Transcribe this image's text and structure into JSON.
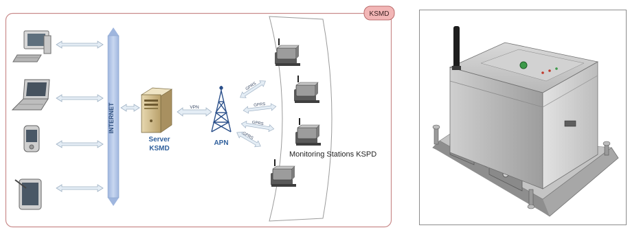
{
  "diagram": {
    "frame_tag": "KSMD",
    "backbone_label": "INTERNET",
    "server_label_line1": "Server",
    "server_label_line2": "KSMD",
    "vpn_label": "VPN",
    "apn_label": "APN",
    "link_labels": [
      "GPRS",
      "GPRS",
      "GPRS",
      "GPRS"
    ],
    "stations_label": "Monitoring Stations KSPD",
    "clients": [
      "desktop-computer",
      "laptop",
      "pda",
      "tablet"
    ],
    "colors": {
      "frame_border": "#c98a8a",
      "tag_fill": "#f2b6b6",
      "internet_bar": "#b5c8e8",
      "arrow": "#cfdbe6",
      "label_blue": "#2f5f9c",
      "tower": "#2a4f8a",
      "device_gray": "#9a9a9a"
    }
  },
  "product_photo": {
    "subject": "monitoring-station-enclosure",
    "colors": {
      "frame_border": "#8c8c8c",
      "case": "#c9c9c9",
      "base": "#a7a7a7",
      "antenna": "#1e1e1e"
    }
  }
}
